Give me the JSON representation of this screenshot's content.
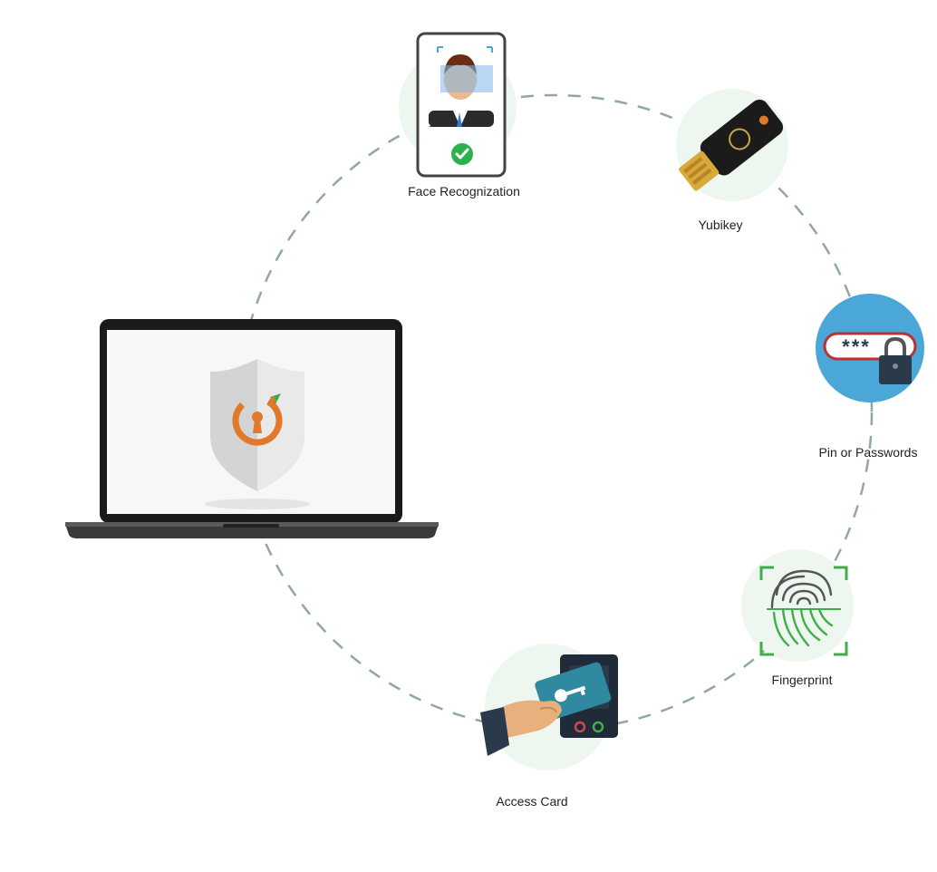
{
  "colors": {
    "dash": "#8fa8a0",
    "glow": "#e8f5ea",
    "accent_orange": "#e07a2a",
    "green_check": "#2bb24c",
    "pin_blue": "#4aa7d8",
    "fingerprint_green": "#3fae49",
    "card_teal": "#2f8aa0",
    "yubikey_black": "#1b1b1b",
    "yubikey_gold": "#d9a93a"
  },
  "center": {
    "icon": "laptop-shield-icon"
  },
  "methods": [
    {
      "label": "Face Recognization",
      "icon": "face-recognition-phone-icon"
    },
    {
      "label": "Yubikey",
      "icon": "yubikey-icon"
    },
    {
      "label": "Pin or Passwords",
      "icon": "pin-password-icon",
      "pin_text": "***"
    },
    {
      "label": "Fingerprint",
      "icon": "fingerprint-icon"
    },
    {
      "label": "Access Card",
      "icon": "access-card-icon"
    }
  ]
}
